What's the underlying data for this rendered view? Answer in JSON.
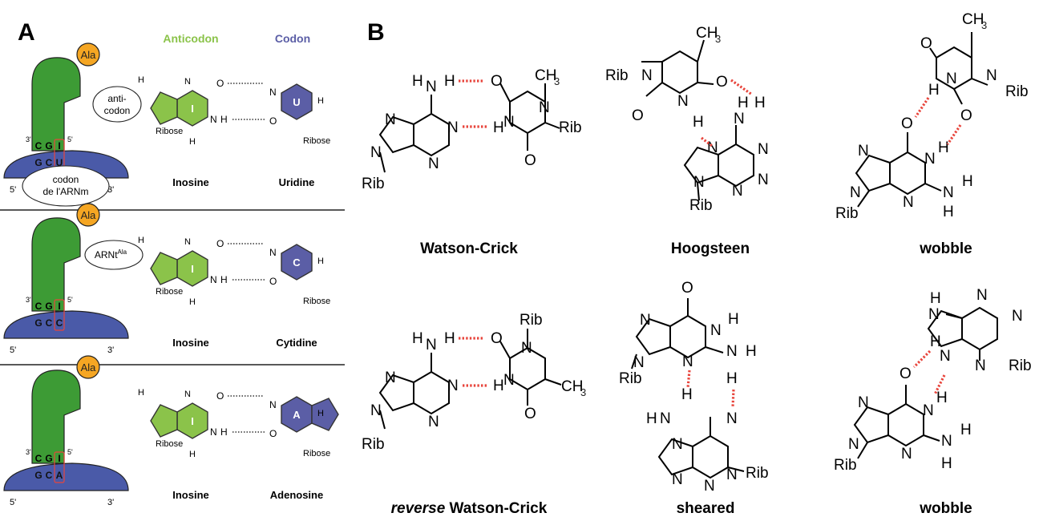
{
  "panelA": {
    "label": "A",
    "header_anticodon": "Anticodon",
    "header_codon": "Codon",
    "colors": {
      "anticodon": "#8bc34a",
      "codon": "#5b5ea6",
      "trna_green": "#3d9b35",
      "mrna_blue": "#4a5aa8",
      "ala_orange": "#f5a623",
      "wobble_red": "#e8453c"
    },
    "trna_label": "Ala",
    "prime3": "3'",
    "prime5": "5'",
    "callout_anticodon": [
      "anti-",
      "codon"
    ],
    "callout_codon": [
      "codon",
      "de l'ARNm"
    ],
    "callout_trna": "ARNt",
    "callout_trna_sup": "Ala",
    "ribose": "Ribose",
    "rows": [
      {
        "anticodon": [
          "C",
          "G",
          "I"
        ],
        "codon": [
          "G",
          "C",
          "U"
        ],
        "left_base": "I",
        "right_base": "U",
        "left_name": "Inosine",
        "right_name": "Uridine"
      },
      {
        "anticodon": [
          "C",
          "G",
          "I"
        ],
        "codon": [
          "G",
          "C",
          "C"
        ],
        "left_base": "I",
        "right_base": "C",
        "left_name": "Inosine",
        "right_name": "Cytidine"
      },
      {
        "anticodon": [
          "C",
          "G",
          "I"
        ],
        "codon": [
          "G",
          "C",
          "A"
        ],
        "left_base": "I",
        "right_base": "A",
        "left_name": "Inosine",
        "right_name": "Adenosine"
      }
    ]
  },
  "panelB": {
    "label": "B",
    "captions": {
      "watson_crick": "Watson-Crick",
      "hoogsteen": "Hoogsteen",
      "wobble_top": "wobble",
      "reverse_italic": "reverse",
      "reverse_rest": " Watson-Crick",
      "sheared": "sheared",
      "wobble_bottom": "wobble"
    },
    "atoms": {
      "N": "N",
      "H": "H",
      "O": "O",
      "Rib": "Rib",
      "CH3": "CH",
      "sub3": "3"
    }
  }
}
